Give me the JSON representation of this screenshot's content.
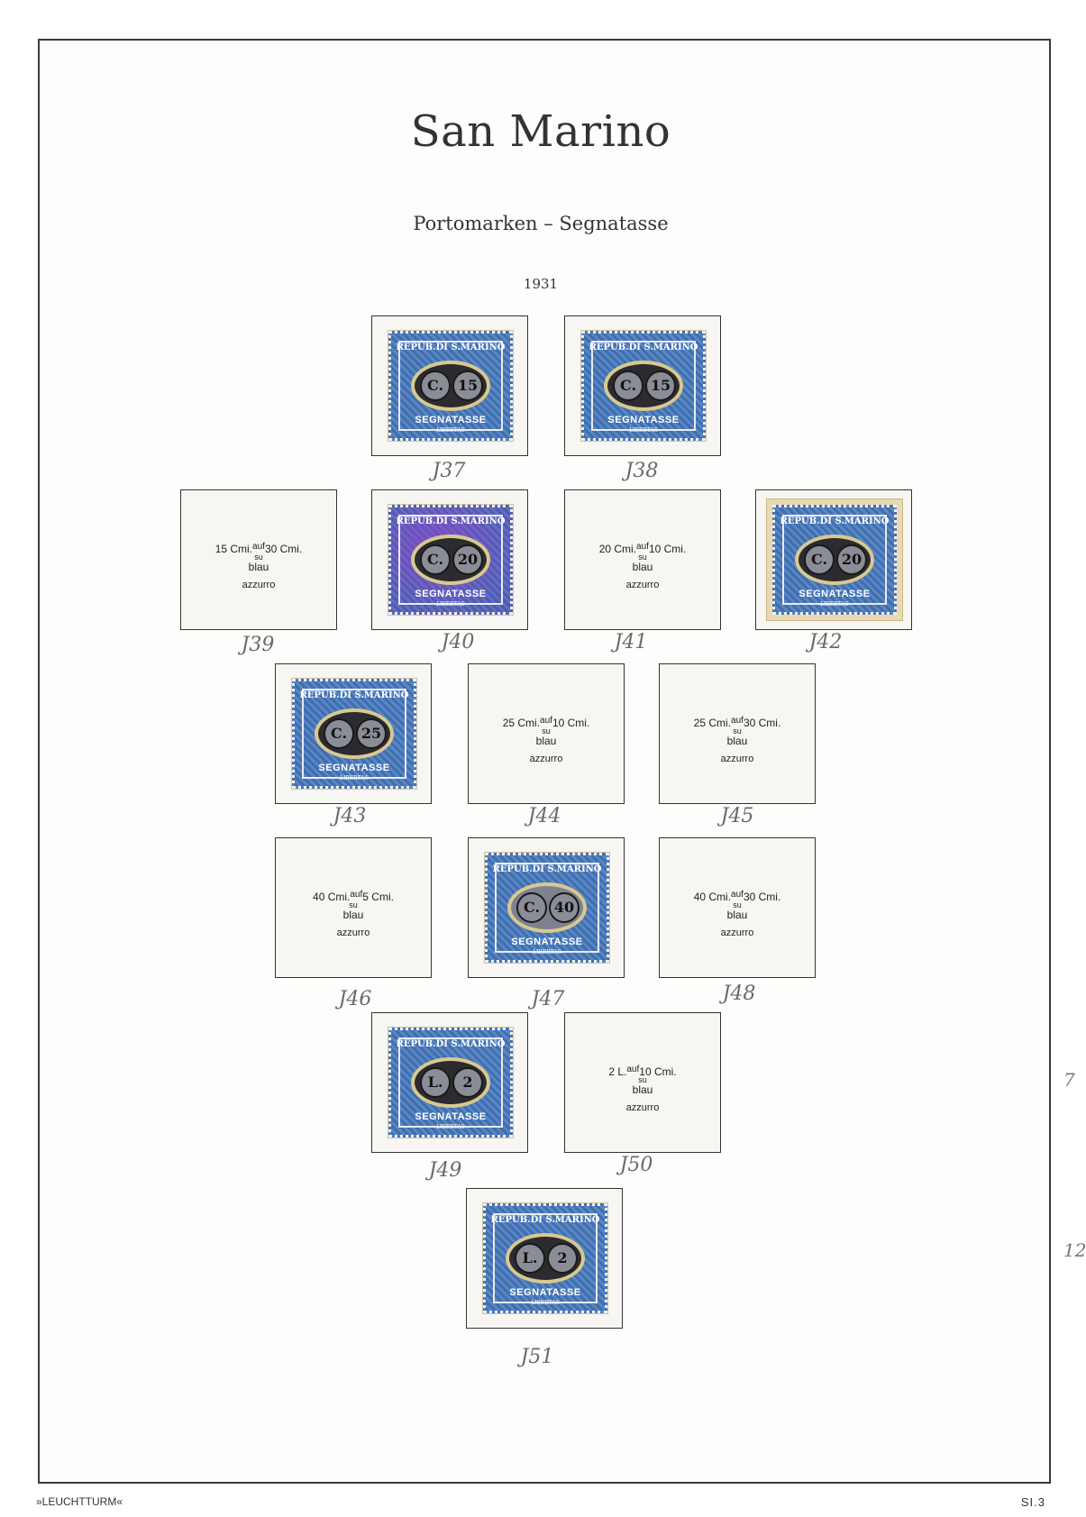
{
  "header": {
    "title": "San Marino",
    "subtitle": "Portomarken – Segnatasse",
    "year": "1931"
  },
  "stamps": {
    "j37": {
      "top": "REPUB.DI S.MARINO",
      "c1": "C.",
      "c2": "15",
      "bottom": "SEGNATASSE",
      "tiny": "LIBERTAS",
      "hw": "J37"
    },
    "j38": {
      "top": "REPUB.DI S.MARINO",
      "c1": "C.",
      "c2": "15",
      "bottom": "SEGNATASSE",
      "tiny": "LIBERTAS",
      "hw": "J38"
    },
    "j39": {
      "val": "15 Cmi.",
      "auf": "auf",
      "old": "30 Cmi.",
      "su": "su",
      "blau": "blau",
      "azz": "azzurro",
      "hw": "J39"
    },
    "j40": {
      "top": "REPUB.DI S.MARINO",
      "c1": "C.",
      "c2": "20",
      "bottom": "SEGNATASSE",
      "tiny": "LIBERTAS",
      "hw": "J40"
    },
    "j41": {
      "val": "20 Cmi.",
      "auf": "auf",
      "old": "10 Cmi.",
      "su": "su",
      "blau": "blau",
      "azz": "azzurro",
      "hw": "J41"
    },
    "j42": {
      "top": "REPUB.DI S.MARINO",
      "c1": "C.",
      "c2": "20",
      "bottom": "SEGNATASSE",
      "tiny": "LIBERTAS",
      "hw": "J42"
    },
    "j43": {
      "top": "REPUB.DI S.MARINO",
      "c1": "C.",
      "c2": "25",
      "bottom": "SEGNATASSE",
      "tiny": "LIBERTAS",
      "hw": "J43"
    },
    "j44": {
      "val": "25 Cmi.",
      "auf": "auf",
      "old": "10 Cmi.",
      "su": "su",
      "blau": "blau",
      "azz": "azzurro",
      "hw": "J44"
    },
    "j45": {
      "val": "25 Cmi.",
      "auf": "auf",
      "old": "30 Cmi.",
      "su": "su",
      "blau": "blau",
      "azz": "azzurro",
      "hw": "J45"
    },
    "j46": {
      "val": "40 Cmi.",
      "auf": "auf",
      "old": "5 Cmi.",
      "su": "su",
      "blau": "blau",
      "azz": "azzurro",
      "hw": "J46"
    },
    "j47": {
      "top": "REPUB.DI S.MARINO",
      "c1": "C.",
      "c2": "40",
      "bottom": "SEGNATASSE",
      "tiny": "LIBERTAS",
      "hw": "J47"
    },
    "j48": {
      "val": "40 Cmi.",
      "auf": "auf",
      "old": "30 Cmi.",
      "su": "su",
      "blau": "blau",
      "azz": "azzurro",
      "hw": "J48"
    },
    "j49": {
      "top": "REPUB.DI S.MARINO",
      "c1": "L.",
      "c2": "2",
      "bottom": "SEGNATASSE",
      "tiny": "LIBERTAS",
      "hw": "J49"
    },
    "j50": {
      "val": "2 L.",
      "auf": "auf",
      "old": "10 Cmi.",
      "su": "su",
      "blau": "blau",
      "azz": "azzurro",
      "hw": "J50"
    },
    "j51": {
      "top": "REPUB.DI S.MARINO",
      "c1": "L.",
      "c2": "2",
      "bottom": "SEGNATASSE",
      "tiny": "LIBERTAS",
      "hw": "J51"
    }
  },
  "margin_notes": [
    "7",
    "12"
  ],
  "footer": {
    "brand": "»LEUCHTTURM«",
    "page": "SI.3"
  }
}
